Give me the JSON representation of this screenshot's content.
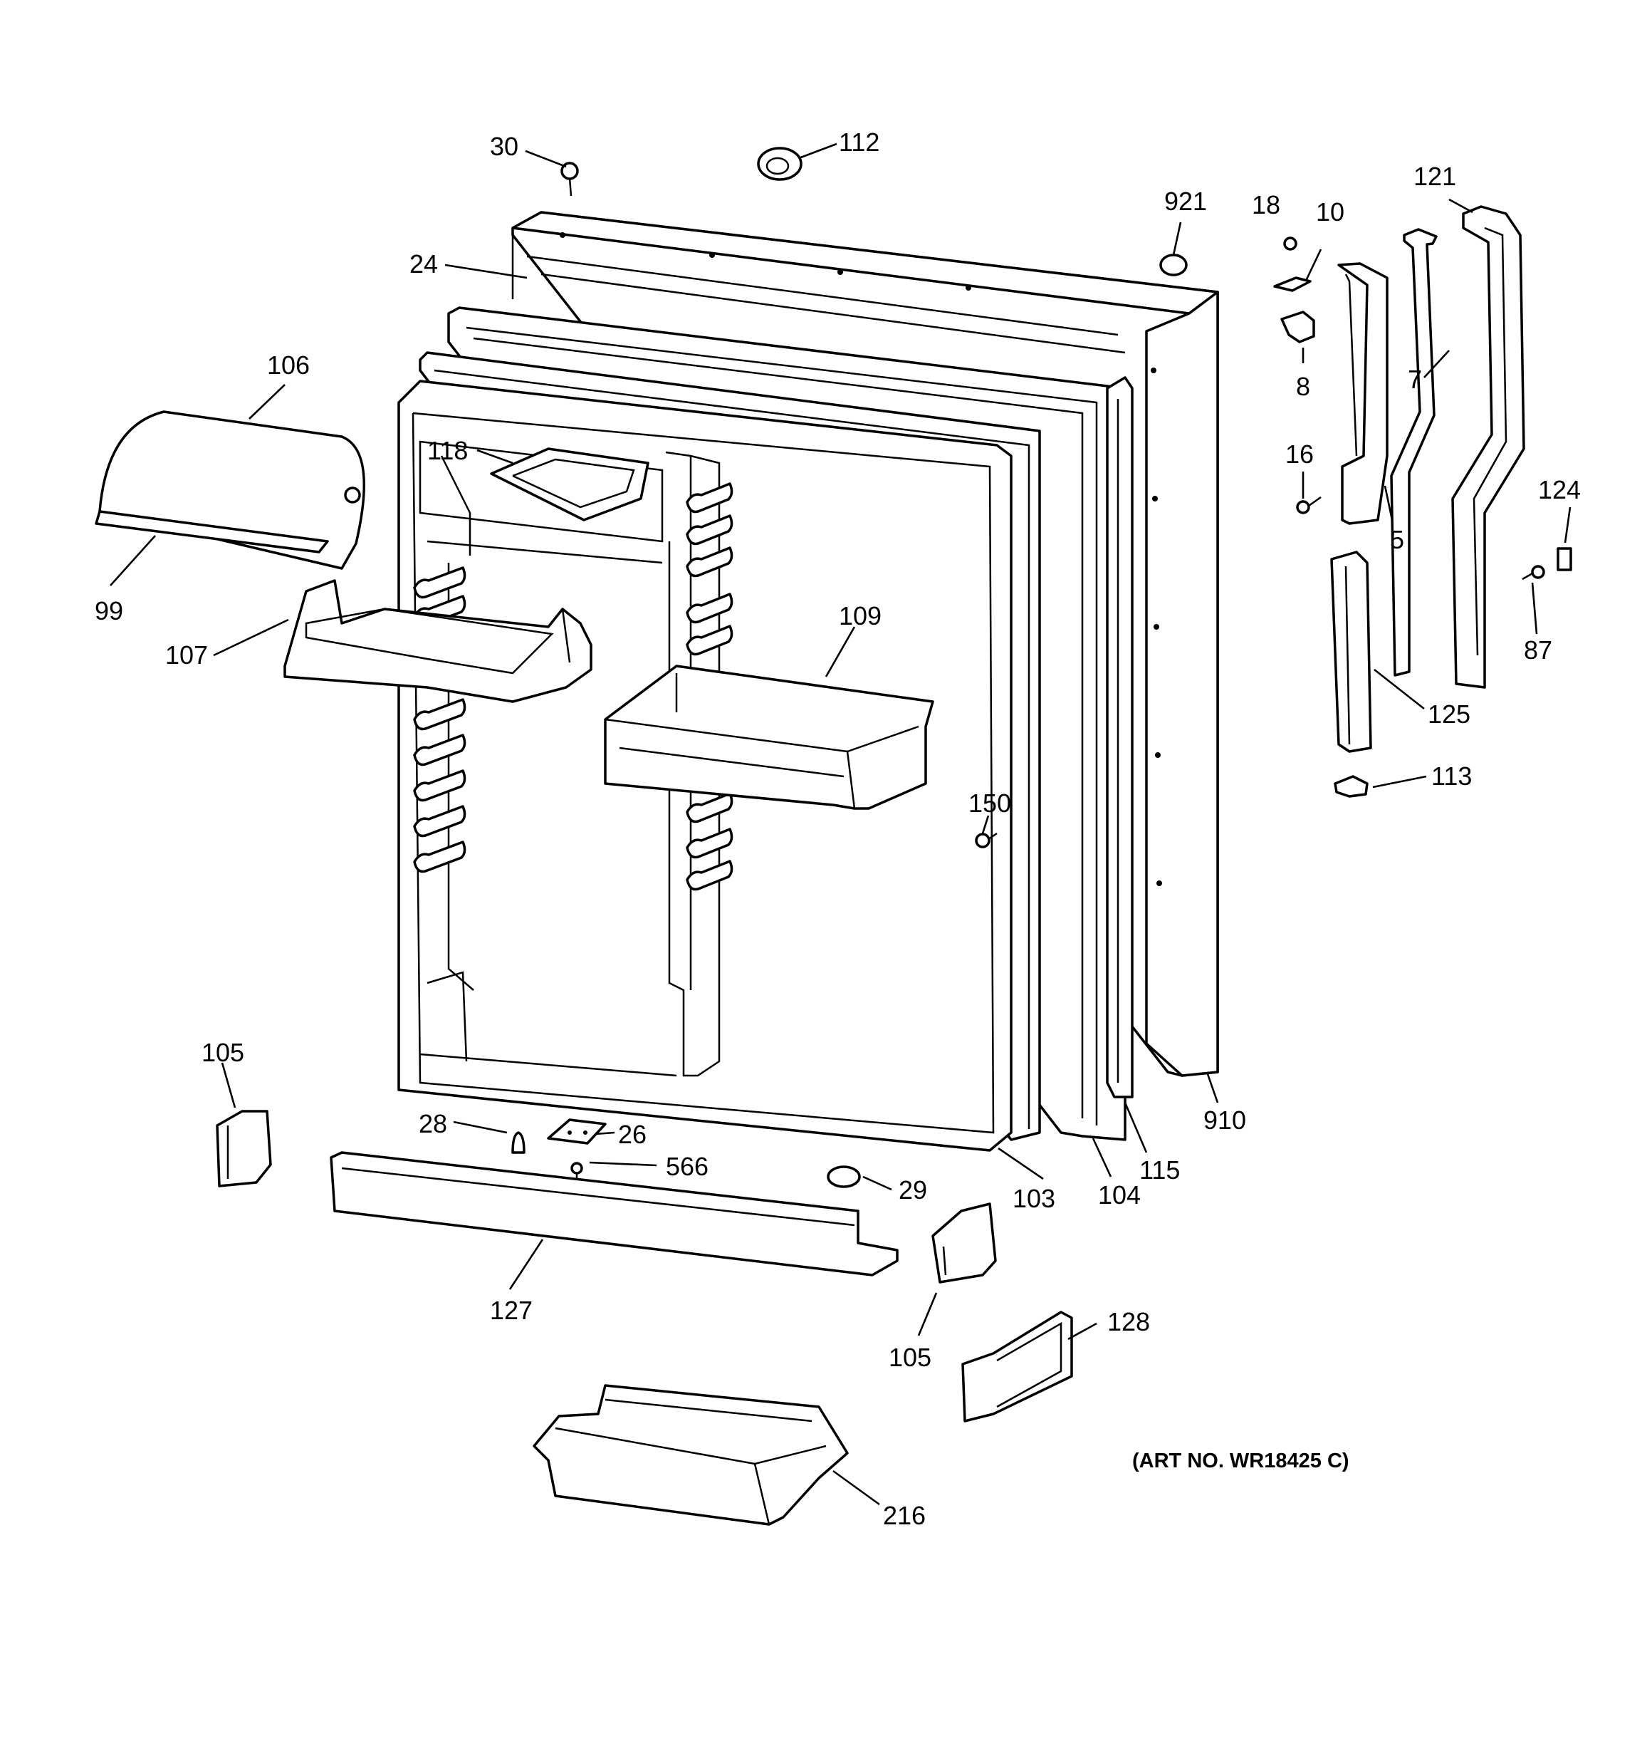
{
  "title": "",
  "art_number": "(ART NO. WR18425 C)",
  "callouts": [
    {
      "id": "c30",
      "label": "30"
    },
    {
      "id": "c112",
      "label": "112"
    },
    {
      "id": "c921",
      "label": "921"
    },
    {
      "id": "c18",
      "label": "18"
    },
    {
      "id": "c10",
      "label": "10"
    },
    {
      "id": "c121",
      "label": "121"
    },
    {
      "id": "c24",
      "label": "24"
    },
    {
      "id": "c106",
      "label": "106"
    },
    {
      "id": "c8",
      "label": "8"
    },
    {
      "id": "c7",
      "label": "7"
    },
    {
      "id": "c118",
      "label": "118"
    },
    {
      "id": "c16",
      "label": "16"
    },
    {
      "id": "c124",
      "label": "124"
    },
    {
      "id": "c5",
      "label": "5"
    },
    {
      "id": "c99",
      "label": "99"
    },
    {
      "id": "c109",
      "label": "109"
    },
    {
      "id": "c107",
      "label": "107"
    },
    {
      "id": "c87",
      "label": "87"
    },
    {
      "id": "c125",
      "label": "125"
    },
    {
      "id": "c113",
      "label": "113"
    },
    {
      "id": "c150",
      "label": "150"
    },
    {
      "id": "c105a",
      "label": "105"
    },
    {
      "id": "c910",
      "label": "910"
    },
    {
      "id": "c28",
      "label": "28"
    },
    {
      "id": "c26",
      "label": "26"
    },
    {
      "id": "c115",
      "label": "115"
    },
    {
      "id": "c566",
      "label": "566"
    },
    {
      "id": "c29",
      "label": "29"
    },
    {
      "id": "c103",
      "label": "103"
    },
    {
      "id": "c104",
      "label": "104"
    },
    {
      "id": "c127",
      "label": "127"
    },
    {
      "id": "c128",
      "label": "128"
    },
    {
      "id": "c105b",
      "label": "105"
    },
    {
      "id": "c216",
      "label": "216"
    }
  ]
}
